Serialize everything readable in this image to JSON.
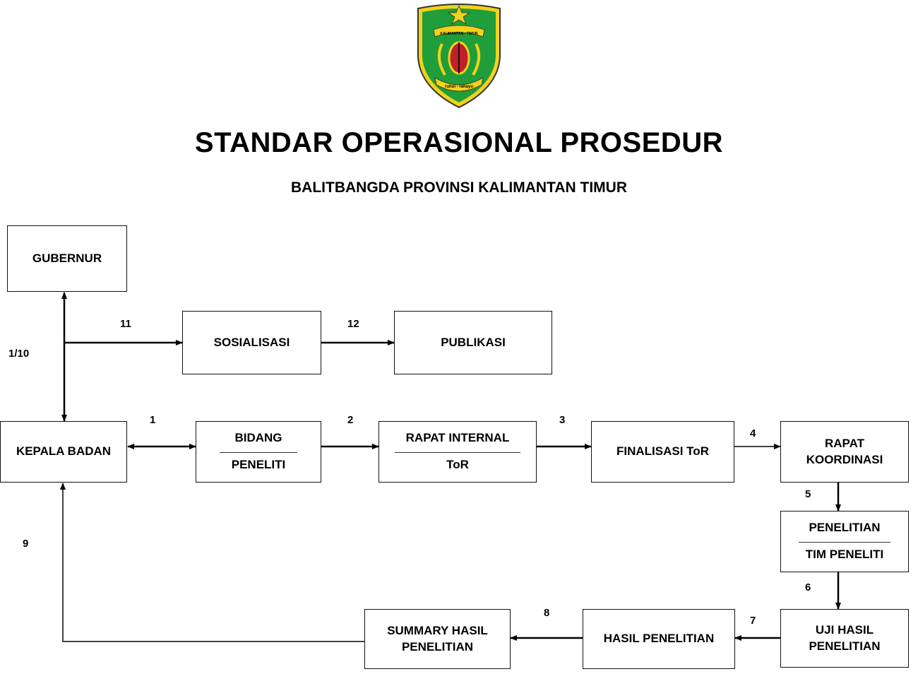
{
  "header": {
    "logo_text_top": "KALIMANTAN - TIMUR",
    "logo_text_bottom": "ruhui - rahayu",
    "title": "STANDAR OPERASIONAL PROSEDUR",
    "subtitle": "BALITBANGDA PROVINSI KALIMANTAN TIMUR"
  },
  "colors": {
    "shield_green": "#1f9e3a",
    "shield_yellow": "#f2d21b",
    "emblem_red": "#c0202a"
  },
  "boxes": {
    "gubernur": "GUBERNUR",
    "sosialisasi": "SOSIALISASI",
    "publikasi": "PUBLIKASI",
    "kepala_badan": "KEPALA BADAN",
    "bidang_top": "BIDANG",
    "bidang_bottom": "PENELITI",
    "rapat_internal_top": "RAPAT INTERNAL",
    "rapat_internal_bottom": "ToR",
    "finalisasi": "FINALISASI ToR",
    "rapat_koordinasi_1": "RAPAT",
    "rapat_koordinasi_2": "KOORDINASI",
    "penelitian_top": "PENELITIAN",
    "penelitian_bottom": "TIM PENELITI",
    "uji_1": "UJI HASIL",
    "uji_2": "PENELITIAN",
    "hasil": "HASIL PENELITIAN",
    "summary_1": "SUMMARY HASIL",
    "summary_2": "PENELITIAN"
  },
  "steps": {
    "s1_10": "1/10",
    "s1": "1",
    "s2": "2",
    "s3": "3",
    "s4": "4",
    "s5": "5",
    "s6": "6",
    "s7": "7",
    "s8": "8",
    "s9": "9",
    "s11": "11",
    "s12": "12"
  }
}
